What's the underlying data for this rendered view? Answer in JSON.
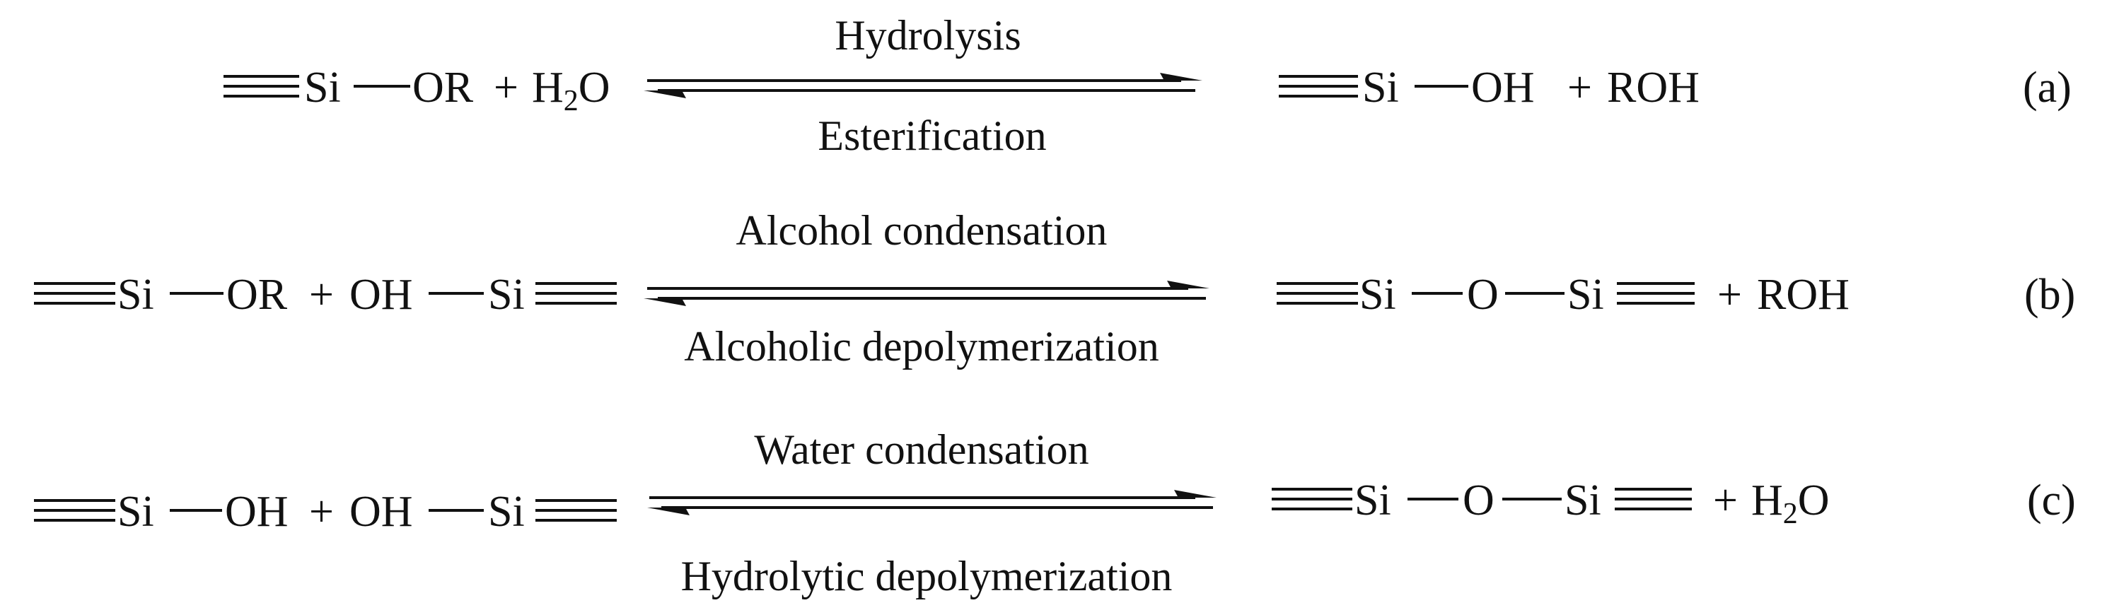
{
  "reactions": [
    {
      "id": "a",
      "label": "(a)",
      "forward_label": "Hydrolysis",
      "reverse_label": "Esterification",
      "reactants": {
        "si": "Si",
        "group": "OR",
        "plus": "+",
        "water": "H",
        "water_sub": "2",
        "water_o": "O"
      },
      "products": {
        "si": "Si",
        "group": "OH",
        "plus": "+",
        "byproduct": "ROH"
      }
    },
    {
      "id": "b",
      "label": "(b)",
      "forward_label": "Alcohol condensation",
      "reverse_label": "Alcoholic depolymerization",
      "reactants": {
        "si1": "Si",
        "group1": "OR",
        "plus": "+",
        "group2": "OH",
        "si2": "Si"
      },
      "products": {
        "si1": "Si",
        "o": "O",
        "si2": "Si",
        "plus": "+",
        "byproduct": "ROH"
      }
    },
    {
      "id": "c",
      "label": "(c)",
      "forward_label": "Water condensation",
      "reverse_label": "Hydrolytic depolymerization",
      "reactants": {
        "si1": "Si",
        "group1": "OH",
        "plus": "+",
        "group2": "OH",
        "si2": "Si"
      },
      "products": {
        "si1": "Si",
        "o": "O",
        "si2": "Si",
        "plus": "+",
        "water": "H",
        "water_sub": "2",
        "water_o": "O"
      }
    }
  ]
}
